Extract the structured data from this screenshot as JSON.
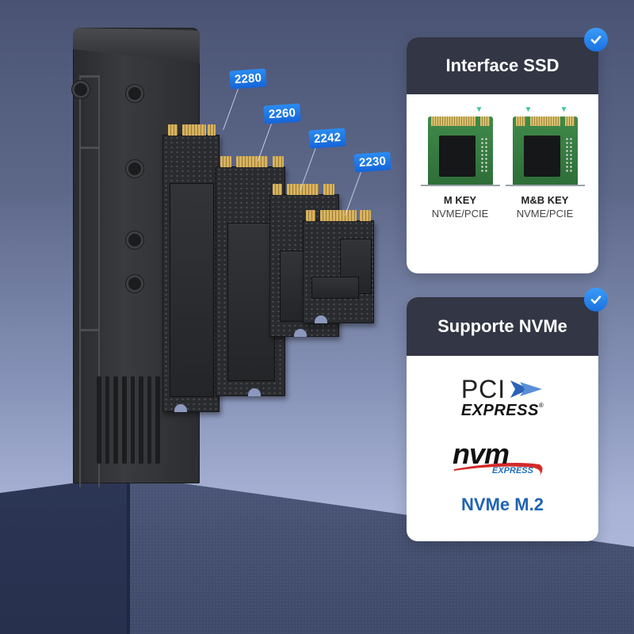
{
  "scene": {
    "description": "M.2 NVMe SSD enclosure with SSD form factors",
    "colors": {
      "background_top": "#4a5374",
      "background_bottom": "#b5bfdf",
      "card_header": "#333644",
      "accent_blue": "#1a72e0",
      "nvme_text": "#1f64b5"
    }
  },
  "size_labels": [
    {
      "label": "2280"
    },
    {
      "label": "2260"
    },
    {
      "label": "2242"
    },
    {
      "label": "2230"
    }
  ],
  "interface_card": {
    "title": "Interface SSD",
    "badge_icon": "check-icon",
    "keys": [
      {
        "title": "M KEY",
        "subtitle": "NVME/PCIE"
      },
      {
        "title": "M&B KEY",
        "subtitle": "NVME/PCIE"
      }
    ]
  },
  "nvme_card": {
    "title": "Supporte NVMe",
    "badge_icon": "check-icon",
    "pci_logo": {
      "top": "PCI",
      "bottom": "EXPRESS",
      "mark": "®"
    },
    "nvm_logo": {
      "top": "nvm",
      "bottom": "EXPRESS"
    },
    "caption": "NVMe M.2"
  }
}
